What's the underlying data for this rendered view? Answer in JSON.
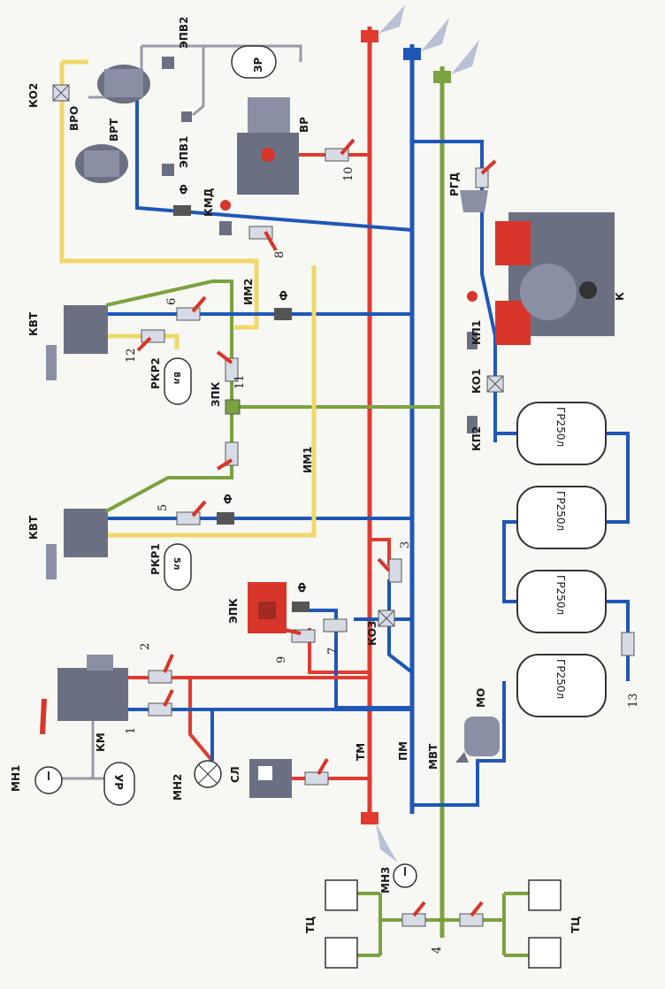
{
  "colors": {
    "brake_line_red": "#e23a2f",
    "feed_line_blue": "#1f57b8",
    "aux_line_green": "#7aa23f",
    "control_line_yellow": "#efd86a",
    "signal_line_grey": "#9a9aa8",
    "device_grey": "#6b6f82",
    "handle_red": "#d8352a"
  },
  "lines": {
    "tm": "ТМ",
    "pm": "ПМ",
    "mvt": "МВТ",
    "im1": "ИМ1",
    "im2": "ИМ2"
  },
  "devices": {
    "ko2": "КО2",
    "vro": "ВРО",
    "vrt": "ВРТ",
    "epv2": "ЭПВ2",
    "epv1": "ЭПВ1",
    "zr": "ЗР",
    "vr": "ВР",
    "kmd": "КМД",
    "rgd": "РГД",
    "k": "К",
    "kp1": "КП1",
    "ko1": "КО1",
    "kp2": "КП2",
    "kvt_top": "КВТ",
    "kvt_bottom": "КВТ",
    "rkr2": "РКР2",
    "rkr2_vol": "8л",
    "rkr1": "РКР1",
    "rkr1_vol": "5л",
    "zpk": "ЗПК",
    "epk": "ЭПК",
    "ko3": "КО3",
    "km": "КМ",
    "mn1": "МН1",
    "ur": "УР",
    "mn2": "МН2",
    "sl": "СЛ",
    "mo": "МО",
    "mn3": "МН3",
    "tc_left": "ТЦ",
    "tc_right": "ТЦ",
    "filter": "Ф",
    "tank_label": "ГР250л"
  },
  "numbers": [
    "1",
    "2",
    "3",
    "4",
    "5",
    "6",
    "7",
    "8",
    "9",
    "10",
    "11",
    "12",
    "13"
  ]
}
